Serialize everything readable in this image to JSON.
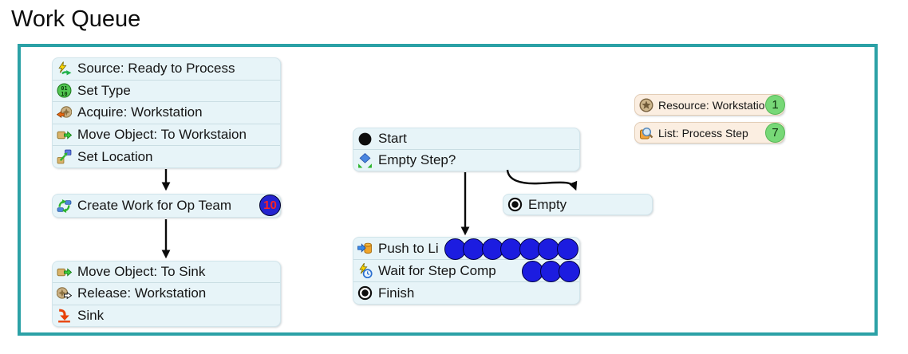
{
  "title": "Work Queue",
  "left_flow": {
    "process_block": {
      "rows": [
        {
          "icon": "source-icon",
          "label": "Source: Ready to Process"
        },
        {
          "icon": "set-type-icon",
          "label": "Set Type"
        },
        {
          "icon": "acquire-icon",
          "label": "Acquire: Workstation"
        },
        {
          "icon": "move-object-icon",
          "label": "Move Object: To Workstaion"
        },
        {
          "icon": "set-location-icon",
          "label": "Set Location"
        }
      ]
    },
    "create_work_block": {
      "icon": "create-work-icon",
      "label": "Create Work for Op Team",
      "badge": "10"
    },
    "sink_block": {
      "rows": [
        {
          "icon": "move-object-icon",
          "label": "Move Object: To Sink"
        },
        {
          "icon": "release-icon",
          "label": "Release: Workstation"
        },
        {
          "icon": "sink-icon",
          "label": "Sink"
        }
      ]
    }
  },
  "center_flow": {
    "start_block": {
      "rows": [
        {
          "icon": "start-icon",
          "label": "Start"
        },
        {
          "icon": "decision-icon",
          "label": "Empty Step?"
        }
      ]
    },
    "empty_block": {
      "icon": "finish-icon",
      "label": "Empty"
    },
    "push_block": {
      "rows": [
        {
          "icon": "push-to-list-icon",
          "label": "Push to Li"
        },
        {
          "icon": "wait-icon",
          "label": "Wait for Step Comp"
        },
        {
          "icon": "finish-icon",
          "label": "Finish"
        }
      ]
    },
    "tokens": {
      "row1_count": 7,
      "row2_count": 3
    }
  },
  "right_panel": {
    "resource_block": {
      "icon": "resource-icon",
      "label": "Resource: Workstatio",
      "badge": "1"
    },
    "list_block": {
      "icon": "list-icon",
      "label": "List: Process Step",
      "badge": "7"
    }
  },
  "colors": {
    "container_border": "#2ba1a6",
    "activity_block_bg": "#e7f4f8",
    "shared_block_bg": "#fbeee1",
    "token_fill": "#1c1ce0",
    "badge_blue": "#2424cf",
    "badge_blue_text": "#ff2222",
    "badge_green": "#77d877",
    "arrow_color": "#0a0a0a"
  }
}
